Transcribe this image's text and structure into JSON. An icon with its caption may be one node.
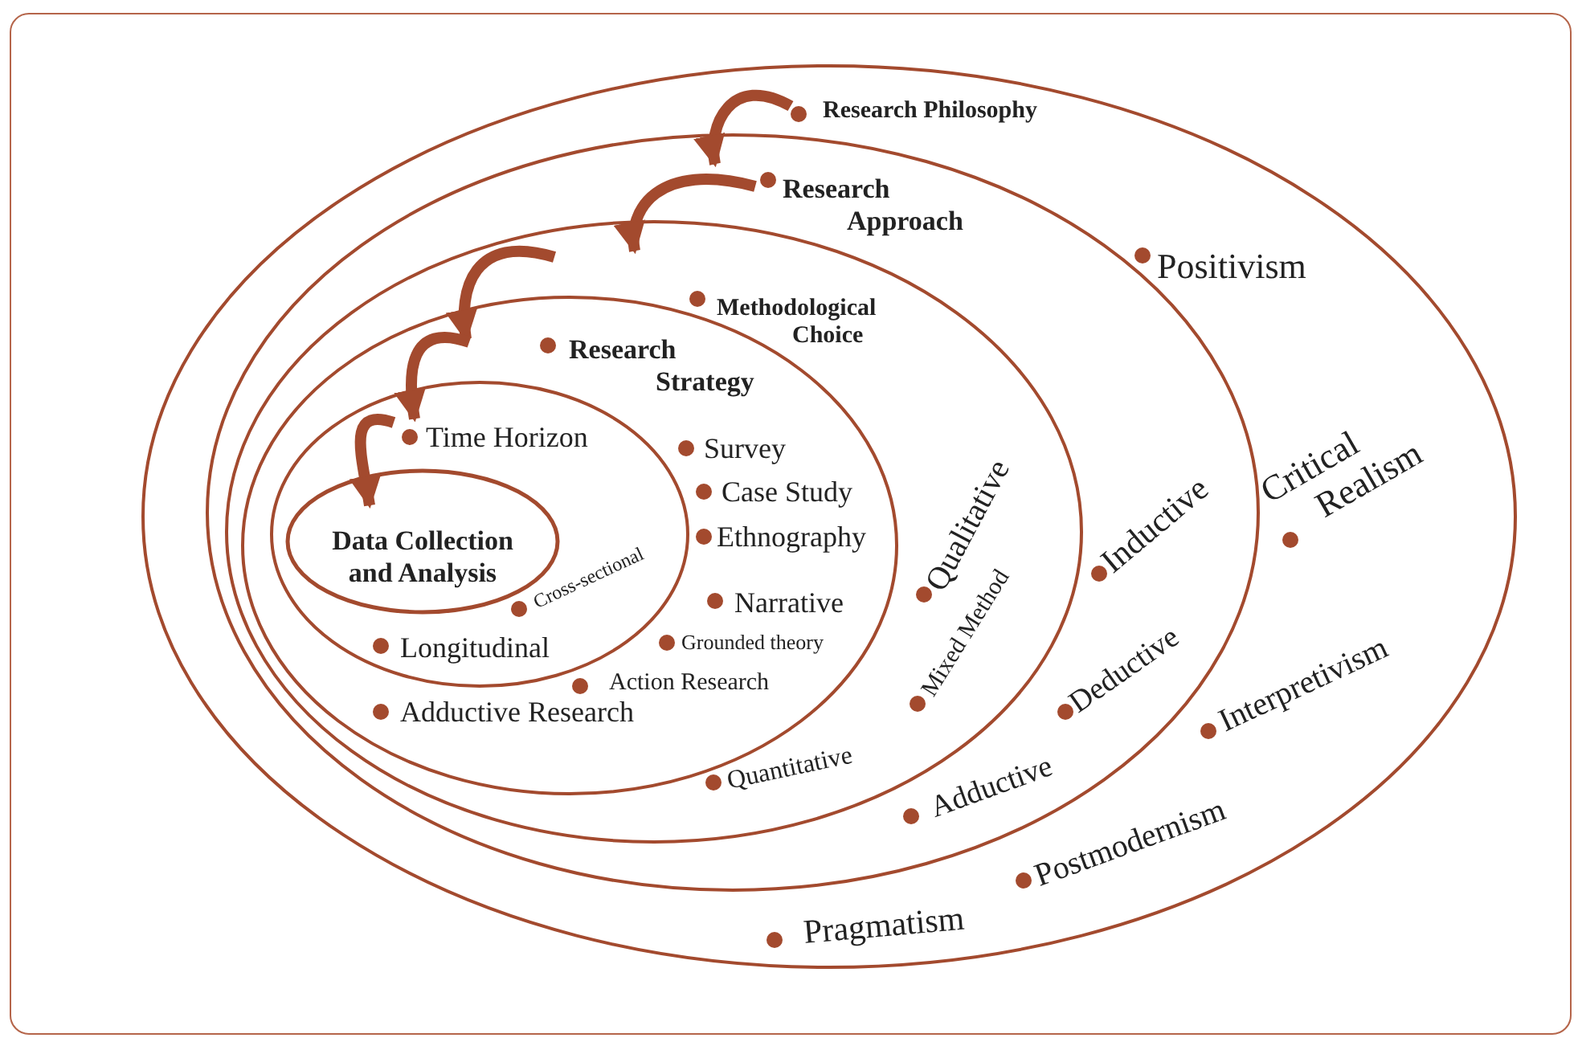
{
  "diagram": {
    "nodes": [
      {
        "text": [
          "Research Philosophy",
          "Positivism",
          "Critical Realism",
          "Interpretivism",
          "Postmodernism",
          "Pragmatism"
        ]
      },
      {
        "text": [
          "Research Approach",
          "Inductive",
          "Deductive",
          "Adductive"
        ],
        "in": 0
      },
      {
        "text": [
          "Methodological Choice",
          "Qualitative",
          "Mixed Method",
          "Quantitative"
        ],
        "in": 1
      },
      {
        "text": [
          "Research Strategy",
          "Survey",
          "Case Study",
          "Ethnography",
          "Narrative",
          "Grounded theory",
          "Action Research",
          "Adductive Research"
        ],
        "in": 2
      },
      {
        "text": [
          "Time Horizon",
          "Cross-sectional",
          "Longitudinal"
        ],
        "in": 3
      },
      {
        "text": [
          "Data Collection and Analysis"
        ],
        "in": 4
      }
    ],
    "edges": [
      {
        "from": 0,
        "to": 1,
        "arrow": "to"
      },
      {
        "from": 1,
        "to": 2,
        "arrow": "to"
      },
      {
        "from": 2,
        "to": 3,
        "arrow": "to"
      },
      {
        "from": 3,
        "to": 4,
        "arrow": "to"
      },
      {
        "from": 4,
        "to": 5,
        "arrow": "to"
      }
    ]
  }
}
